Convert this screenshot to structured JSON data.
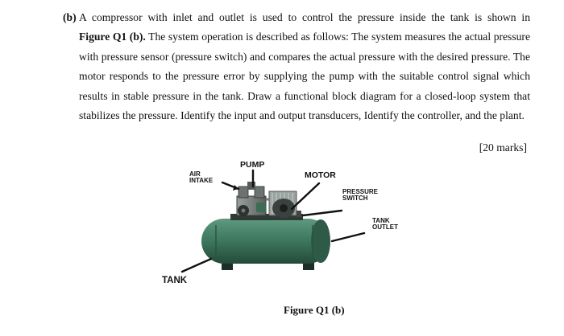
{
  "question": {
    "label": "(b)",
    "first_line": "A compressor with inlet and outlet is used to control the pressure inside the tank is shown in",
    "figure_ref": "Figure Q1 (b).",
    "body": " The system operation is described as follows: The system measures the actual pressure with pressure sensor (pressure switch) and compares the actual pressure with the desired pressure. The motor responds to the pressure error by supplying the pump with the suitable control signal which results in stable pressure in the tank. Draw a functional block diagram for a closed-loop system that stabilizes the pressure. Identify the input and output transducers, Identify the controller, and the plant.",
    "marks": "[20 marks]"
  },
  "figure": {
    "labels": {
      "pump": "PUMP",
      "motor": "MOTOR",
      "air_intake_1": "AIR",
      "air_intake_2": "INTAKE",
      "pressure_switch_1": "PRESSURE",
      "pressure_switch_2": "SWITCH",
      "tank_outlet_1": "TANK",
      "tank_outlet_2": "OUTLET",
      "tank": "TANK"
    },
    "caption": "Figure Q1 (b)",
    "colors": {
      "tank_body": "#3f7a60",
      "tank_dark": "#244a3a",
      "machinery": "#7a7f7c",
      "leader": "#111111"
    }
  }
}
